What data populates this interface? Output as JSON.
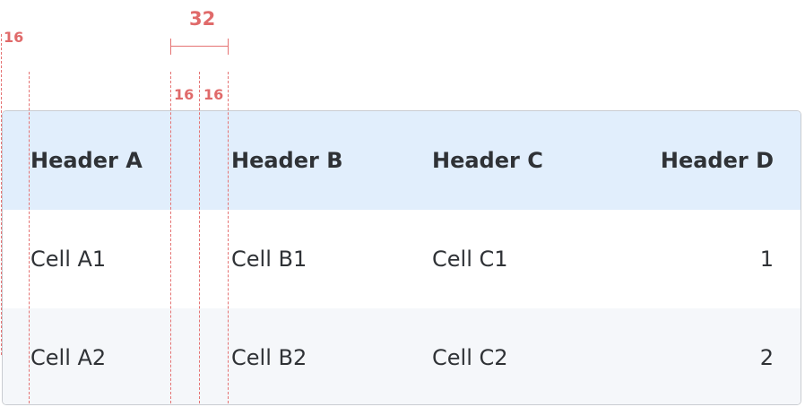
{
  "table": {
    "headers": [
      "Header A",
      "Header B",
      "Header C",
      "Header D"
    ],
    "rows": [
      [
        "Cell A1",
        "Cell B1",
        "Cell C1",
        "1"
      ],
      [
        "Cell A2",
        "Cell B2",
        "Cell C2",
        "2"
      ]
    ]
  },
  "annotations": {
    "outer_padding": "16",
    "gap_total": "32",
    "gap_left": "16",
    "gap_right": "16"
  },
  "colors": {
    "header_bg": "#e1eefc",
    "row_alt_bg": "#f5f7fa",
    "annotation": "#e57373",
    "text": "#2f3236",
    "border": "#c9ccd1"
  }
}
